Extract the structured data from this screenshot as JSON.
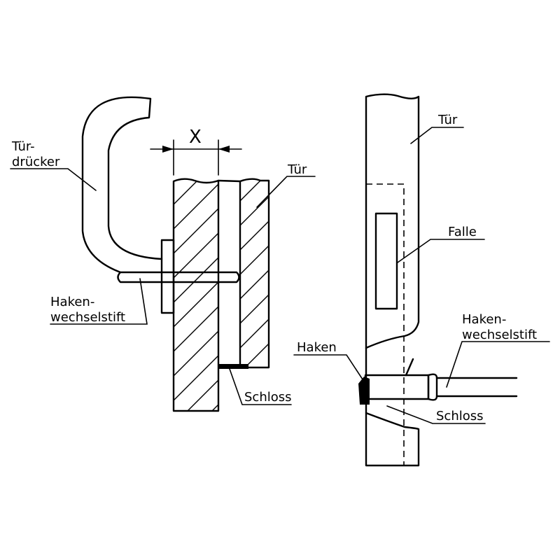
{
  "labels": {
    "tuer_left": "Tür",
    "tuerdruecker_line1": "Tür-",
    "tuerdruecker_line2": "drücker",
    "dimension_x": "X",
    "hakenwechselstift_left_line1": "Haken-",
    "hakenwechselstift_left_line2": "wechselstift",
    "schloss_left": "Schloss",
    "tuer_right": "Tür",
    "falle": "Falle",
    "hakenwechselstift_right_line1": "Haken-",
    "hakenwechselstift_right_line2": "wechselstift",
    "haken": "Haken",
    "schloss_right": "Schloss"
  }
}
